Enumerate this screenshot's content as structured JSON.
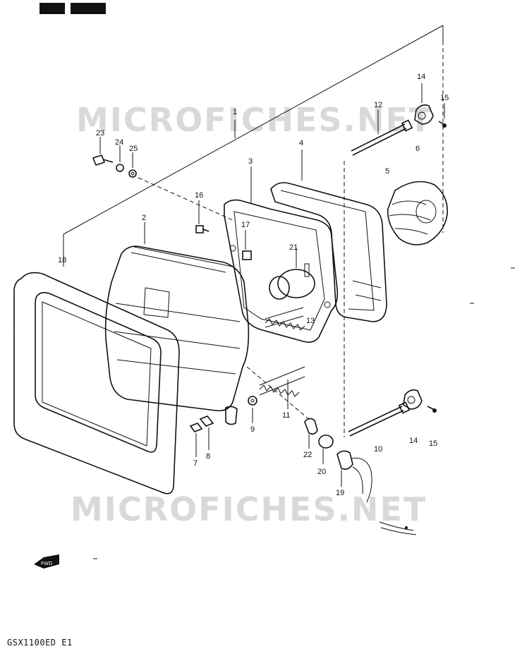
{
  "watermark": {
    "line1": "MICROFICHES.NET",
    "line2": "MICROFICHES.NET"
  },
  "footer": {
    "model_code": "GSX1100ED E1"
  },
  "callouts": {
    "c1": "1",
    "c2": "2",
    "c3": "3",
    "c4": "4",
    "c5": "5",
    "c6": "6",
    "c7": "7",
    "c8": "8",
    "c9": "9",
    "c10": "10",
    "c11": "11",
    "c12": "12",
    "c13": "13",
    "c14a": "14",
    "c14b": "14",
    "c15a": "15",
    "c15b": "15",
    "c16": "16",
    "c17": "17",
    "c18": "18",
    "c19": "19",
    "c20": "20",
    "c21": "21",
    "c22": "22",
    "c23": "23",
    "c24": "24",
    "c25": "25"
  },
  "icons": {
    "front_arrow": "front-direction-arrow-icon"
  }
}
